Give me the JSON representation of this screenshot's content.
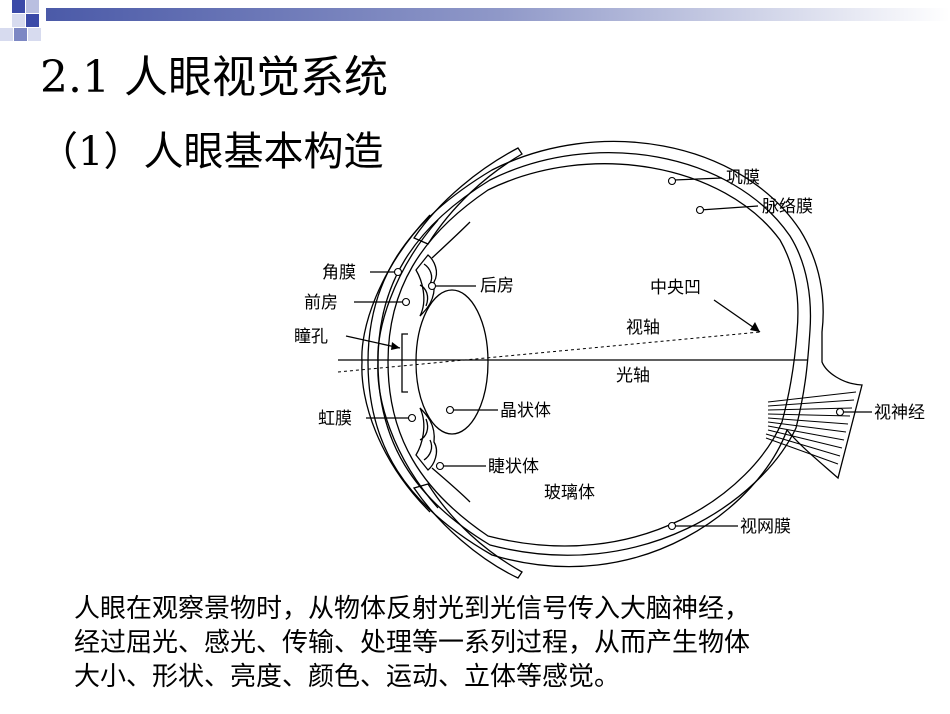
{
  "slide": {
    "title": "2.1 人眼视觉系统",
    "subtitle": "（1）人眼基本构造",
    "accent_color": "#3b4aa8"
  },
  "diagram": {
    "labels": {
      "sclera": "巩膜",
      "choroid": "脉络膜",
      "cornea": "角膜",
      "anterior_chamber": "前房",
      "posterior_chamber": "后房",
      "pupil": "瞳孔",
      "fovea": "中央凹",
      "visual_axis": "视轴",
      "optical_axis": "光轴",
      "iris": "虹膜",
      "lens": "晶状体",
      "optic_nerve": "视神经",
      "ciliary_body": "睫状体",
      "vitreous_body": "玻璃体",
      "retina": "视网膜"
    }
  },
  "description": {
    "lines": [
      "人眼在观察景物时，从物体反射光到光信号传入大脑神经，",
      "经过屈光、感光、传输、处理等一系列过程，从而产生物体",
      "大小、形状、亮度、颜色、运动、立体等感觉。"
    ]
  }
}
